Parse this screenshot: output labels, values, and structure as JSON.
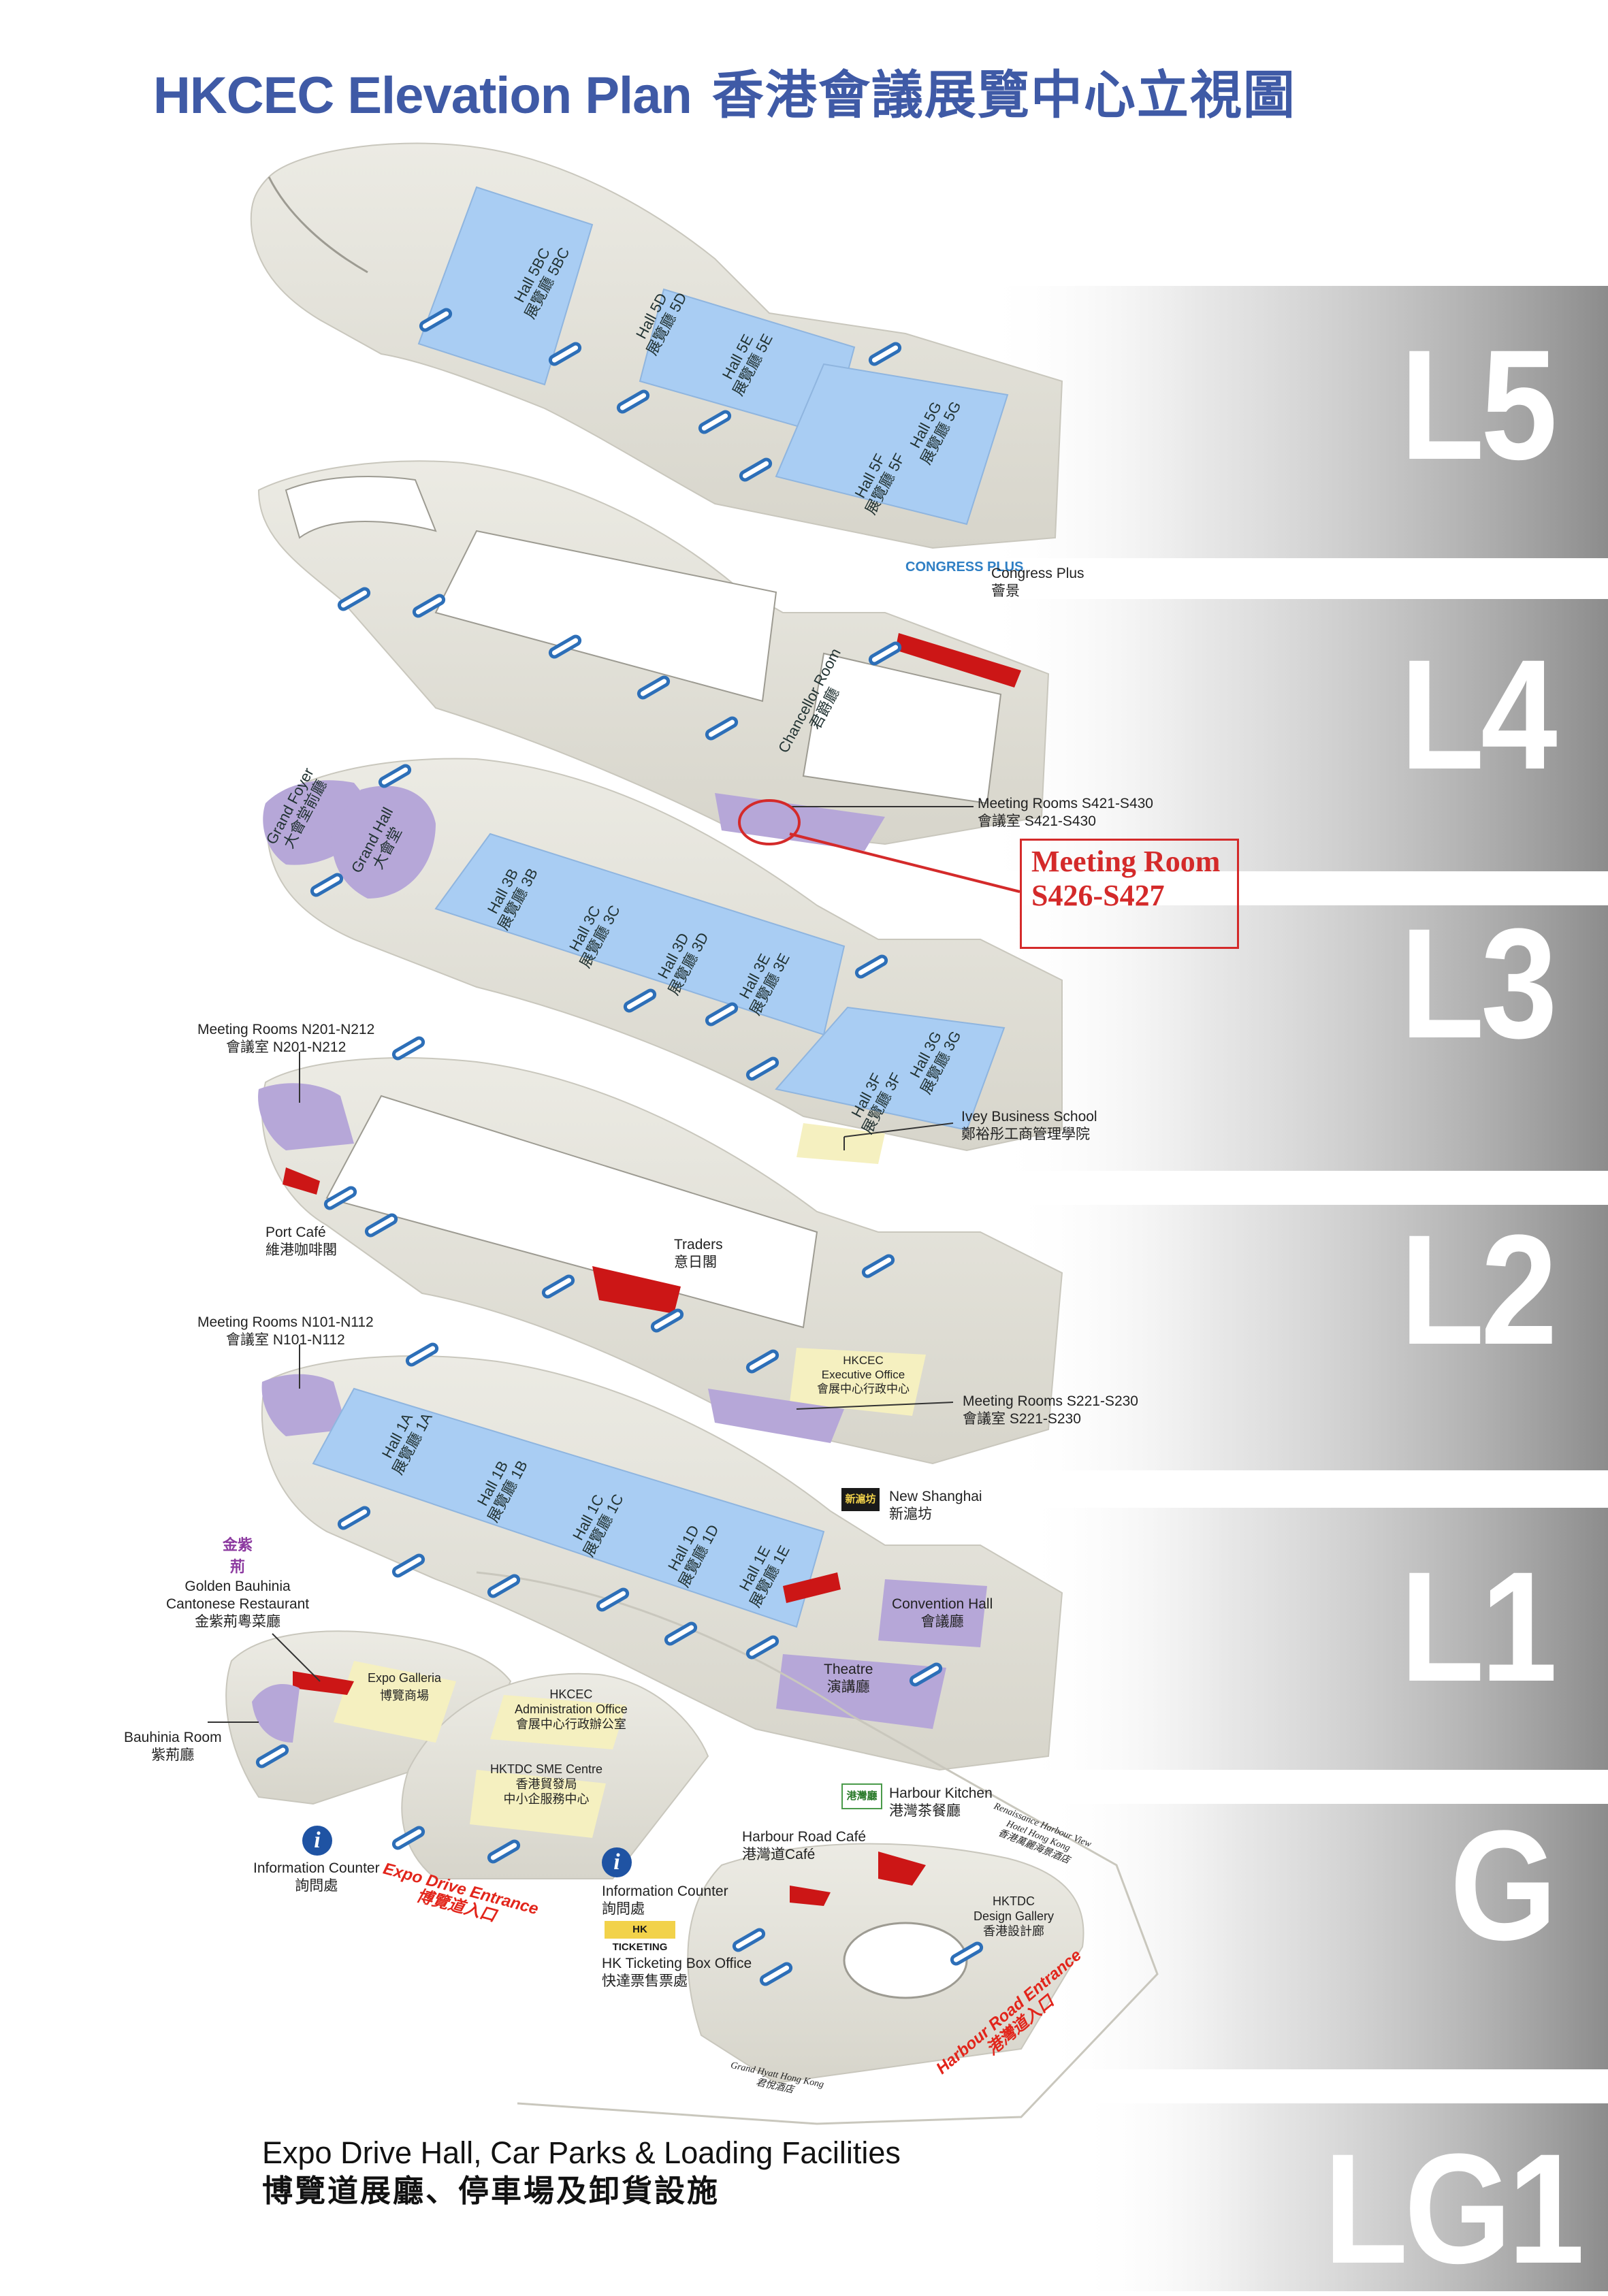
{
  "title": {
    "en": "HKCEC Elevation Plan",
    "zh": "香港會議展覽中心立視圖"
  },
  "levels": [
    {
      "id": "l5",
      "label": "L5"
    },
    {
      "id": "l4",
      "label": "L4"
    },
    {
      "id": "l3",
      "label": "L3"
    },
    {
      "id": "l2",
      "label": "L2"
    },
    {
      "id": "l1",
      "label": "L1"
    },
    {
      "id": "g",
      "label": "G"
    },
    {
      "id": "lg1",
      "label": "LG1"
    }
  ],
  "halls": [
    {
      "id": "5bc",
      "en": "Hall 5BC",
      "zh": "展覽廳 5BC"
    },
    {
      "id": "5d",
      "en": "Hall 5D",
      "zh": "展覽廳 5D"
    },
    {
      "id": "5e",
      "en": "Hall 5E",
      "zh": "展覽廳 5E"
    },
    {
      "id": "5g",
      "en": "Hall 5G",
      "zh": "展覽廳 5G"
    },
    {
      "id": "5f",
      "en": "Hall 5F",
      "zh": "展覽廳 5F"
    },
    {
      "id": "3b",
      "en": "Hall 3B",
      "zh": "展覽廳 3B"
    },
    {
      "id": "3c",
      "en": "Hall 3C",
      "zh": "展覽廳 3C"
    },
    {
      "id": "3d",
      "en": "Hall 3D",
      "zh": "展覽廳 3D"
    },
    {
      "id": "3e",
      "en": "Hall 3E",
      "zh": "展覽廳 3E"
    },
    {
      "id": "3g",
      "en": "Hall 3G",
      "zh": "展覽廳 3G"
    },
    {
      "id": "3f",
      "en": "Hall 3F",
      "zh": "展覽廳 3F"
    },
    {
      "id": "1a",
      "en": "Hall 1A",
      "zh": "展覽廳 1A"
    },
    {
      "id": "1b",
      "en": "Hall 1B",
      "zh": "展覽廳 1B"
    },
    {
      "id": "1c",
      "en": "Hall 1C",
      "zh": "展覽廳 1C"
    },
    {
      "id": "1d",
      "en": "Hall 1D",
      "zh": "展覽廳 1D"
    },
    {
      "id": "1e",
      "en": "Hall 1E",
      "zh": "展覽廳 1E"
    }
  ],
  "rooms": {
    "chancellor": {
      "en": "Chancellor Room",
      "zh": "君爵廳"
    },
    "grand_foyer": {
      "en": "Grand Foyer",
      "zh": "大會堂前廳"
    },
    "grand_hall": {
      "en": "Grand Hall",
      "zh": "大會堂"
    }
  },
  "labels": {
    "congress_plus": {
      "en": "Congress Plus",
      "zh": "薈景"
    },
    "s421": {
      "en": "Meeting Rooms S421-S430",
      "zh": "會議室 S421-S430"
    },
    "n201": {
      "en": "Meeting Rooms N201-N212",
      "zh": "會議室 N201-N212"
    },
    "ivey": {
      "en": "Ivey Business School",
      "zh": "鄭裕彤工商管理學院"
    },
    "port_cafe": {
      "en": "Port Café",
      "zh": "維港咖啡閣"
    },
    "traders": {
      "en": "Traders",
      "zh": "意日閣"
    },
    "n101": {
      "en": "Meeting Rooms N101-N112",
      "zh": "會議室 N101-N112"
    },
    "exec_office": {
      "en1": "HKCEC",
      "en2": "Executive Office",
      "zh": "會展中心行政中心"
    },
    "s221": {
      "en": "Meeting Rooms S221-S230",
      "zh": "會議室 S221-S230"
    },
    "new_shanghai": {
      "en": "New Shanghai",
      "zh": "新滬坊"
    },
    "golden_bauhinia": {
      "en1": "Golden Bauhinia",
      "en2": "Cantonese Restaurant",
      "zh": "金紫荊粵菜廳"
    },
    "convention_hall": {
      "en": "Convention Hall",
      "zh": "會議廳"
    },
    "theatre": {
      "en": "Theatre",
      "zh": "演講廳"
    },
    "expo_galleria": {
      "en": "Expo Galleria",
      "zh": "博覽商場"
    },
    "admin_office": {
      "en1": "HKCEC",
      "en2": "Administration Office",
      "zh": "會展中心行政辦公室"
    },
    "bauhinia_room": {
      "en": "Bauhinia Room",
      "zh": "紫荊廳"
    },
    "sme_centre": {
      "en": "HKTDC SME Centre",
      "zh1": "香港貿發局",
      "zh2": "中小企服務中心"
    },
    "harbour_kitchen": {
      "en": "Harbour Kitchen",
      "zh": "港灣茶餐廳"
    },
    "harbour_road_cafe": {
      "en": "Harbour Road Café",
      "zh": "港灣道Café"
    },
    "info_counter_left": {
      "en": "Information Counter",
      "zh": "詢問處"
    },
    "info_counter_right": {
      "en": "Information Counter",
      "zh": "詢問處"
    },
    "design_gallery": {
      "en1": "HKTDC",
      "en2": "Design Gallery",
      "zh": "香港設計廊"
    },
    "hk_ticketing": {
      "en": "HK Ticketing Box Office",
      "zh": "快達票售票處"
    },
    "renaissance": {
      "en": "Renaissance Harbour View Hotel Hong Kong",
      "zh": "香港萬麗海景酒店"
    },
    "grand_hyatt": {
      "en": "Grand Hyatt Hong Kong",
      "zh": "君悅酒店"
    }
  },
  "entrances": {
    "expo_drive": {
      "en": "Expo Drive Entrance",
      "zh": "博覽道入口"
    },
    "harbour_road": {
      "en": "Harbour Road Entrance",
      "zh": "港灣道入口"
    }
  },
  "callout": {
    "line1": "Meeting Room",
    "line2": "S426-S427"
  },
  "logos": {
    "congress_plus": "CONGRESS PLUS",
    "ticketing": "HK TICKETING",
    "new_shanghai": "新滬坊",
    "golden_bauhinia": "金紫荊",
    "harbour_kitchen": "港灣廳",
    "info": "i"
  },
  "bottom": {
    "en": "Expo Drive Hall, Car Parks & Loading Facilities",
    "zh": "博覽道展廳、停車場及卸貨設施"
  },
  "colors": {
    "title": "#3f5aa6",
    "hall": "#a9cdf3",
    "floor": "#e8e6dd",
    "meeting": "#b6a7d8",
    "restaurant": "#cc1616",
    "callout": "#d42a2a",
    "escalator": "#2d6fb8",
    "band": "#9a9a9a"
  }
}
